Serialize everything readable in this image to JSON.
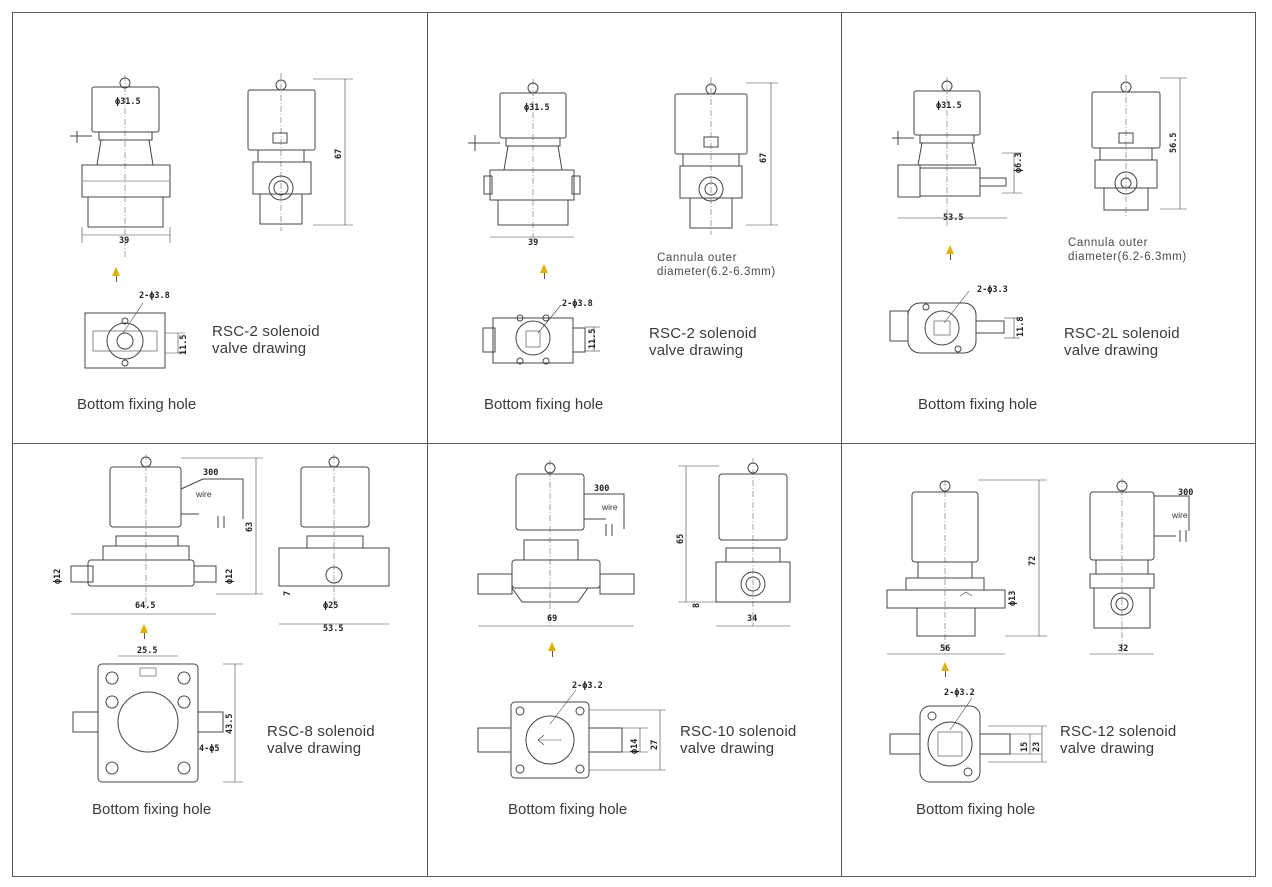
{
  "bottom_label": "Bottom fixing hole",
  "cannula_note": [
    "Cannula outer",
    "diameter(6.2-6.3mm)"
  ],
  "wire_label": "wire",
  "panels": [
    {
      "id": "rsc2-a",
      "caption": [
        "RSC-2 solenoid",
        "valve drawing"
      ],
      "dims": {
        "top_dia": "ϕ31.5",
        "width": "39",
        "height": "67",
        "hole": "2-ϕ3.8",
        "hole_spacing": "11.5"
      }
    },
    {
      "id": "rsc2-b",
      "caption": [
        "RSC-2 solenoid",
        "valve drawing"
      ],
      "dims": {
        "top_dia": "ϕ31.5",
        "width": "39",
        "height": "67",
        "hole": "2-ϕ3.8",
        "hole_spacing": "11.5"
      }
    },
    {
      "id": "rsc2l",
      "caption": [
        "RSC-2L solenoid",
        "valve drawing"
      ],
      "dims": {
        "top_dia": "ϕ31.5",
        "width": "53.5",
        "height": "56.5",
        "pipe": "ϕ6.3",
        "hole": "2-ϕ3.3",
        "hole_spacing": "11.8"
      }
    },
    {
      "id": "rsc8",
      "caption": [
        "RSC-8 solenoid",
        "valve drawing"
      ],
      "dims": {
        "wire_len": "300",
        "height": "63",
        "port_left": "ϕ12",
        "port_right": "ϕ12",
        "width": "64.5",
        "side_h": "7",
        "side_port": "ϕ25",
        "side_width": "53.5",
        "bottom_w": "25.5",
        "bottom_h": "43.5",
        "holes": "4-ϕ5"
      }
    },
    {
      "id": "rsc10",
      "caption": [
        "RSC-10  solenoid",
        "valve drawing"
      ],
      "dims": {
        "wire_len": "300",
        "height": "65",
        "width": "69",
        "side_h": "8",
        "side_width": "34",
        "hole": "2-ϕ3.2",
        "port": "ϕ14",
        "bottom_h": "27"
      }
    },
    {
      "id": "rsc12",
      "caption": [
        "RSC-12  solenoid",
        "valve drawing"
      ],
      "dims": {
        "wire_len": "300",
        "height": "72",
        "port": "ϕ13",
        "width": "56",
        "side_width": "32",
        "hole": "2-ϕ3.2",
        "spacing_a": "15",
        "spacing_b": "23"
      }
    }
  ]
}
